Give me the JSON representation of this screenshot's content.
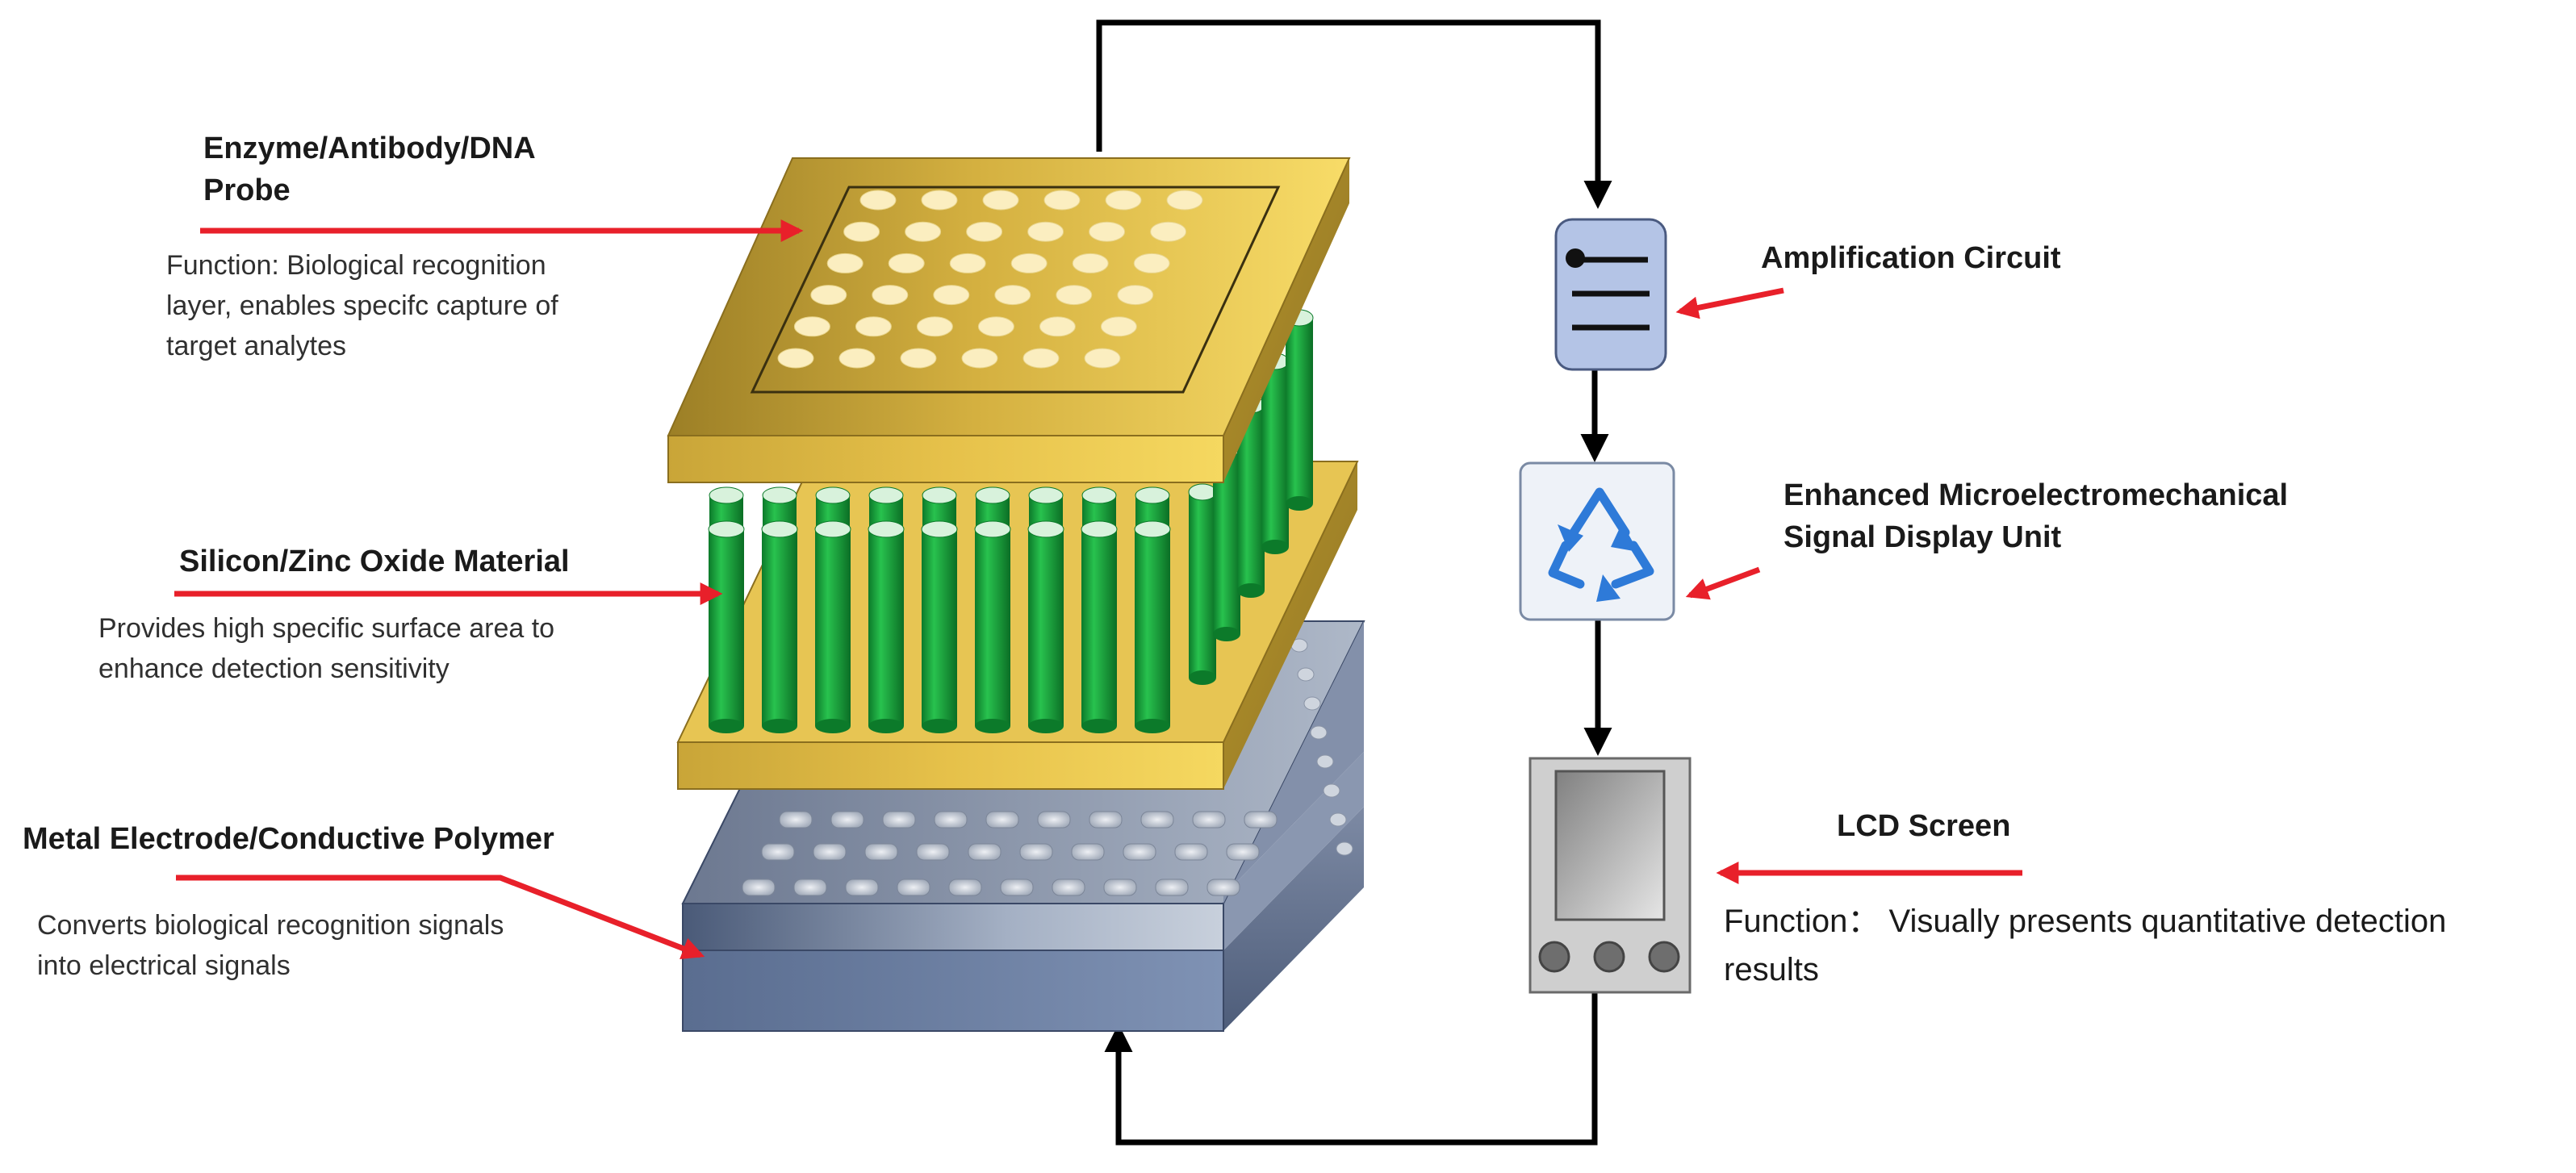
{
  "layers": [
    {
      "title_lines": [
        "Enzyme/Antibody/DNA",
        "Probe"
      ],
      "desc_lines": [
        "Function: Biological recognition",
        "layer, enables specifc capture of",
        "target analytes"
      ]
    },
    {
      "title_lines": [
        "Silicon/Zinc Oxide Material"
      ],
      "desc_lines": [
        "Provides high specific surface area to",
        "enhance detection sensitivity"
      ]
    },
    {
      "title_lines": [
        "Metal Electrode/Conductive Polymer"
      ],
      "desc_lines": [
        "Converts biological recognition signals",
        "into electrical signals"
      ]
    }
  ],
  "components": [
    {
      "title_lines": [
        "Amplification Circuit"
      ],
      "icon": "amplifier-icon"
    },
    {
      "title_lines": [
        "Enhanced Microelectromechanical",
        "Signal Display Unit"
      ],
      "icon": "recycle-arrows-icon"
    },
    {
      "title_lines": [
        "LCD Screen"
      ],
      "desc_lines": [
        "Function：  Visually presents quantitative detection",
        "results"
      ],
      "icon": "lcd-device-icon"
    }
  ],
  "colors": {
    "gold_light": "#f2d35a",
    "gold_dark": "#a88a2a",
    "pillar_green": "#17a83c",
    "pillar_dark": "#0c7a2a",
    "electrode_blue": "#7e8ea8",
    "annotation_red": "#e8202a",
    "amplifier_fill": "#b4c4e6",
    "recycle_blue": "#2e7ad8",
    "connector_line": "#000000"
  }
}
